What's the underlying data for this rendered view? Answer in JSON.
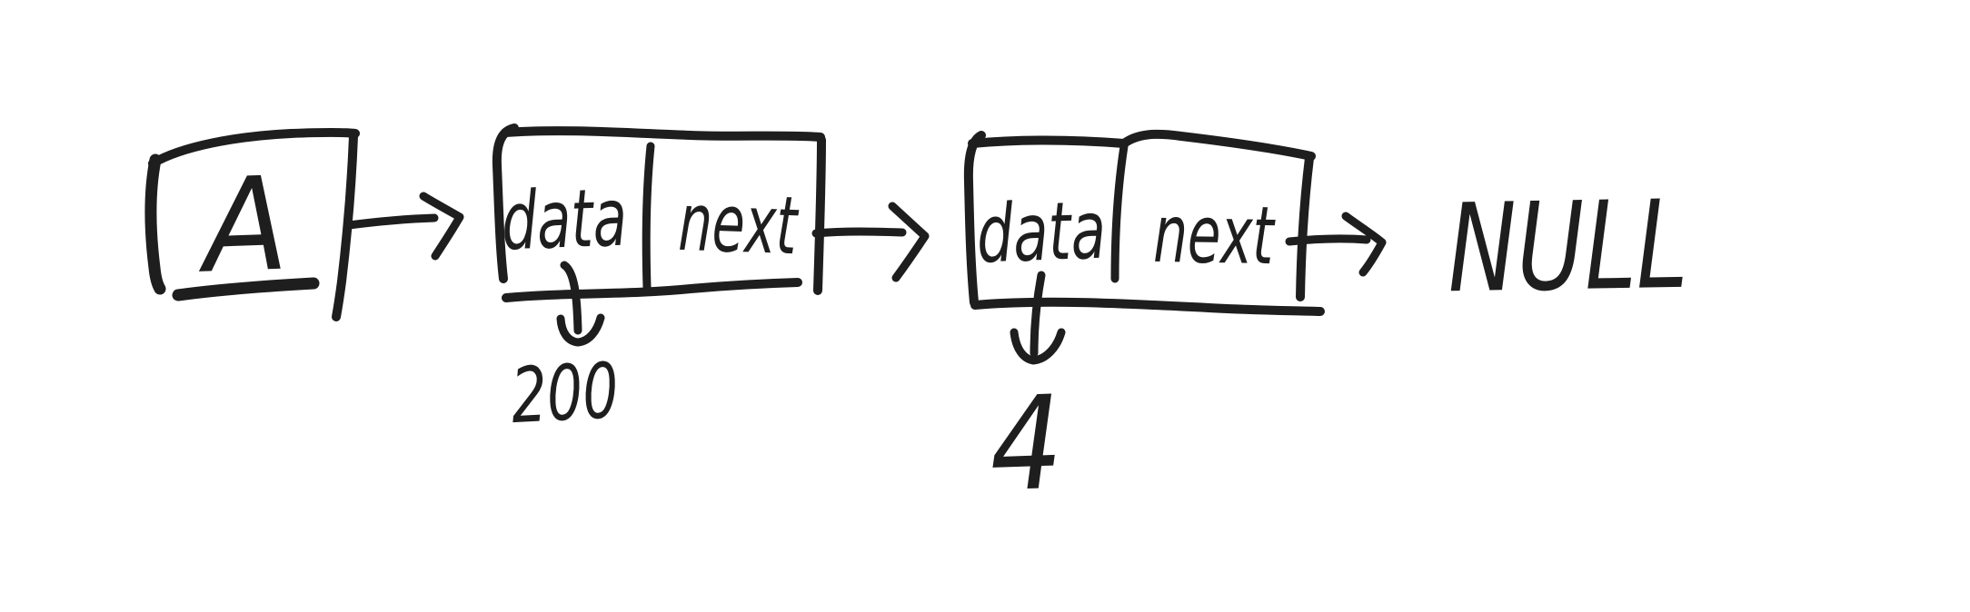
{
  "canvas": {
    "background_color": "#ffffff",
    "ink_color": "#1e1e1e",
    "description": "hand-drawn linked list sketch"
  },
  "diagram": {
    "type": "singly-linked-list",
    "head": {
      "label": "A"
    },
    "nodes": [
      {
        "data_label": "data",
        "next_label": "next",
        "value": "200"
      },
      {
        "data_label": "data",
        "next_label": "next",
        "value": "4"
      }
    ],
    "terminator": {
      "label": "NULL"
    }
  }
}
